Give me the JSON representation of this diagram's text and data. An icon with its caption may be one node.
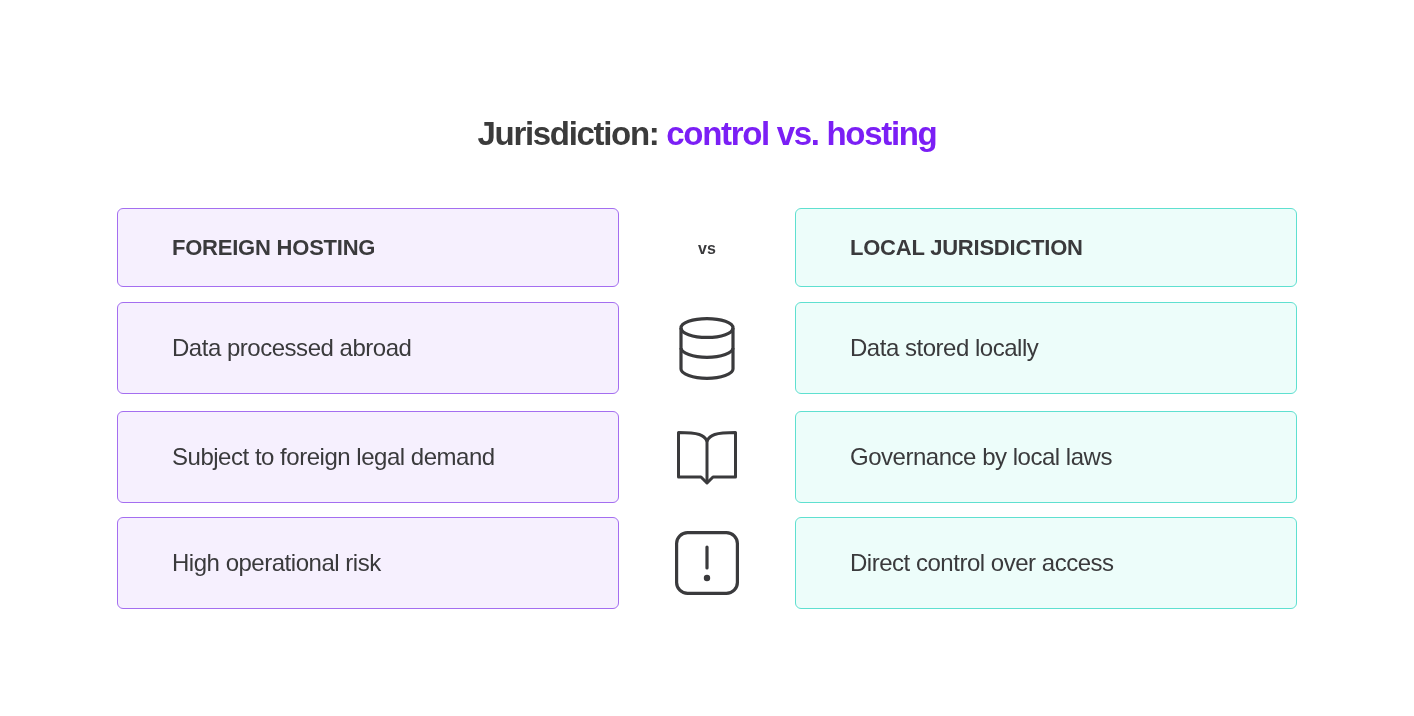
{
  "diagram": {
    "title": "Jurisdiction: **control vs. hosting**",
    "nodes": [
      {
        "text": [
          "FOREIGN HOSTING"
        ]
      },
      {
        "text": [
          "LOCAL JURISDICTION"
        ]
      },
      {
        "text": [
          "Data processed abroad"
        ]
      },
      {
        "text": [
          "Data stored locally"
        ]
      },
      {
        "text": [
          "Subject to foreign legal demand"
        ]
      },
      {
        "text": [
          "Governance by local laws"
        ]
      },
      {
        "text": [
          "High operational risk"
        ]
      },
      {
        "text": [
          "Direct control over access"
        ]
      }
    ],
    "labels": [
      "vs"
    ]
  }
}
